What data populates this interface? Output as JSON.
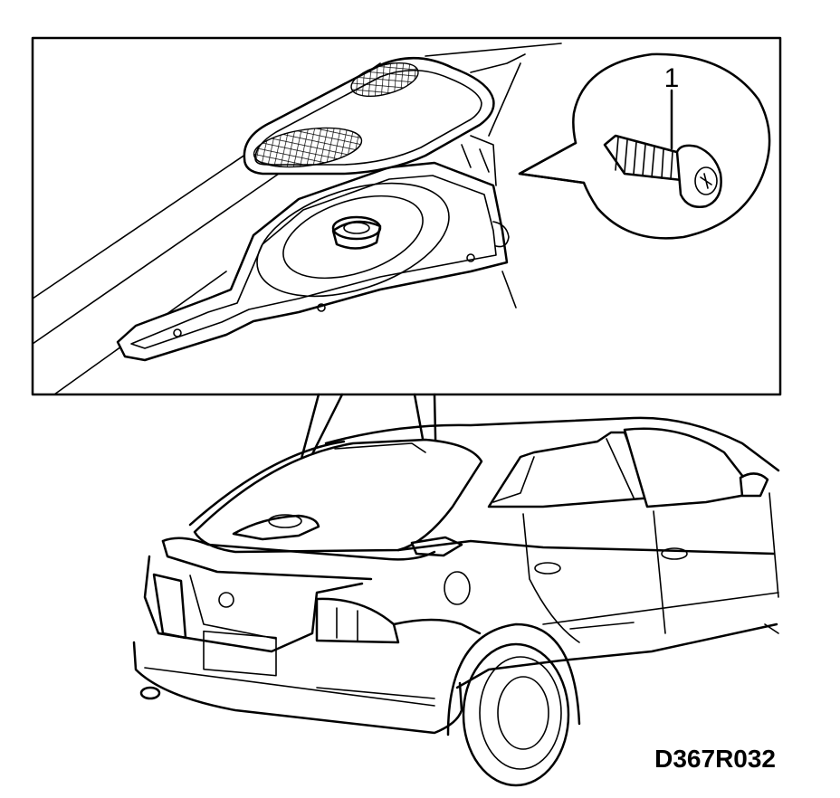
{
  "figure": {
    "callout_number": "1",
    "drawing_code": "D367R032",
    "icons": [
      "speaker-cover",
      "speaker-housing",
      "screw",
      "car-rear-view"
    ]
  }
}
